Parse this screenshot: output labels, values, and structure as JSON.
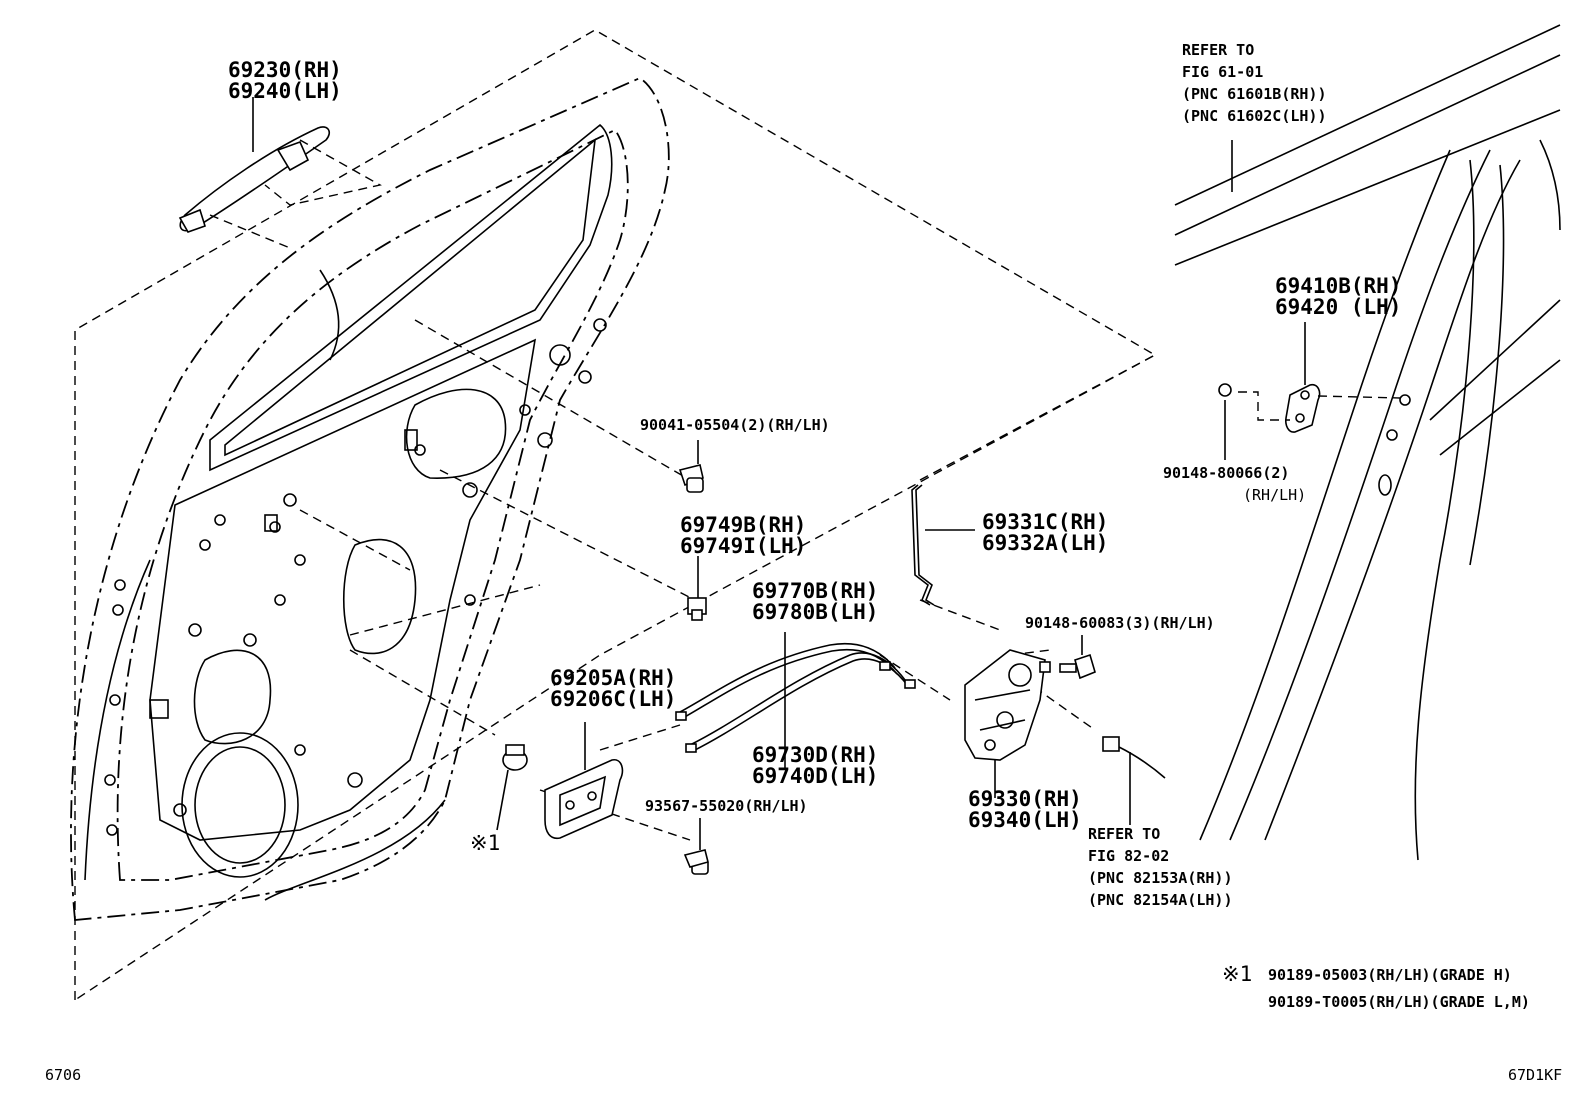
{
  "callouts": {
    "outside_handle": {
      "line1": "69230(RH)",
      "line2": "69240(LH)"
    },
    "refer_fig61": {
      "line1": "REFER TO",
      "line2": "FIG 61-01",
      "line3": "(PNC 61601B(RH))",
      "line4": "(PNC 61602C(LH))"
    },
    "striker": {
      "line1": "69410B(RH)",
      "line2": "69420  (LH)"
    },
    "striker_screw": {
      "line1": "90148-80066(2)",
      "line2": "(RH/LH)"
    },
    "bolt_top": {
      "text": "90041-05504(2)(RH/LH)"
    },
    "clip": {
      "line1": "69749B(RH)",
      "line2": "69749I(LH)"
    },
    "rod": {
      "line1": "69331C(RH)",
      "line2": "69332A(LH)"
    },
    "cable_upper": {
      "line1": "69770B(RH)",
      "line2": "69780B(LH)"
    },
    "lock_screw": {
      "text": "90148-60083(3)(RH/LH)"
    },
    "inside_handle": {
      "line1": "69205A(RH)",
      "line2": "69206C(LH)"
    },
    "cable_lower": {
      "line1": "69730D(RH)",
      "line2": "69740D(LH)"
    },
    "lock_assy": {
      "line1": "69330(RH)",
      "line2": "69340(LH)"
    },
    "handle_screw": {
      "text": "93567-55020(RH/LH)"
    },
    "note_ref": {
      "text": "※1"
    },
    "refer_fig82": {
      "line1": "REFER TO",
      "line2": "FIG 82-02",
      "line3": "(PNC 82153A(RH))",
      "line4": "(PNC 82154A(LH))"
    }
  },
  "footnote": {
    "marker": "※1",
    "line1": "90189-05003(RH/LH)(GRADE H)",
    "line2": "90189-T0005(RH/LH)(GRADE L,M)"
  },
  "footer": {
    "left_code": "6706",
    "right_code": "67D1KF"
  }
}
